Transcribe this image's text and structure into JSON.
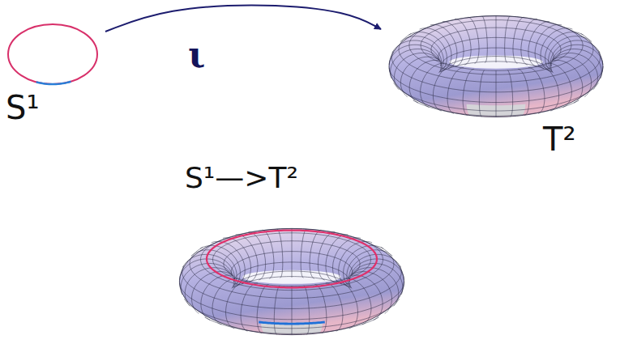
{
  "diagram": {
    "nodes": [
      {
        "text": [
          "S¹"
        ]
      },
      {
        "text": [
          "T²"
        ]
      },
      {
        "text": [
          "S¹—>T²"
        ]
      }
    ],
    "edges": [
      {
        "from": 0,
        "to": 1,
        "arrow": "to",
        "label": "ι"
      }
    ]
  }
}
